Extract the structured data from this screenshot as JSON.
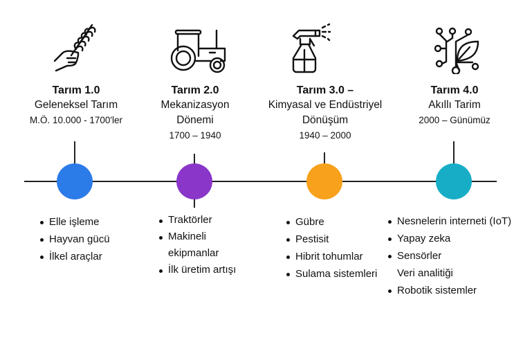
{
  "colors": {
    "p1": "#2b7be8",
    "p2": "#8a36c9",
    "p3": "#f7a11c",
    "p4": "#17adc7"
  },
  "periods": [
    {
      "title": "Tarım 1.0",
      "subtitle": "Geleneksel Tarım",
      "dates": "M.Ö. 10.000 - 1700'ler",
      "icon": "wheat-hand-icon",
      "items": [
        "Elle işleme",
        "Hayvan gücü",
        "İlkel araçlar"
      ]
    },
    {
      "title": "Tarım 2.0",
      "subtitle": "Mekanizasyon",
      "subtitle2": "Dönemi",
      "dates": "1700 – 1940",
      "icon": "tractor-icon",
      "items": [
        "Traktörler",
        "Makineli",
        "ekipmanlar",
        "İlk üretim artışı"
      ]
    },
    {
      "title": "Tarım 3.0 –",
      "subtitle": "Kimyasal ve Endüstriyel",
      "subtitle2": "Dönüşüm",
      "dates": "1940 – 2000",
      "icon": "spray-bottle-icon",
      "items": [
        "Gübre",
        "Pestisit",
        "Hibrit tohumlar",
        "Sulama sistemleri"
      ]
    },
    {
      "title": "Tarım 4.0",
      "subtitle": "Akıllı Tarim",
      "dates": "2000 – Günümüz",
      "icon": "circuit-leaf-icon",
      "items": [
        "Nesnelerin interneti (IoT)",
        "Yapay zeka",
        "Sensörler",
        "Veri analitiği",
        "Robotik sistemler"
      ]
    }
  ]
}
